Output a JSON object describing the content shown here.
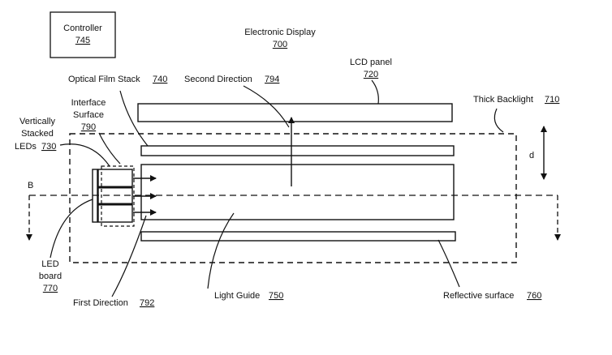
{
  "labels": {
    "controller": {
      "name": "Controller",
      "ref": "745"
    },
    "electronic_display": {
      "name": "Electronic Display",
      "ref": "700"
    },
    "lcd_panel": {
      "name": "LCD panel",
      "ref": "720"
    },
    "optical_film_stack": {
      "name": "Optical Film Stack",
      "ref": "740"
    },
    "second_direction": {
      "name": "Second Direction",
      "ref": "794"
    },
    "thick_backlight": {
      "name": "Thick Backlight",
      "ref": "710"
    },
    "interface_surface": {
      "line1": "Interface",
      "line2": "Surface",
      "ref": "790"
    },
    "vertically_stacked_leds": {
      "line1": "Vertically",
      "line2": "Stacked",
      "line3": "LEDs",
      "ref": "730"
    },
    "led_board": {
      "line1": "LED",
      "line2": "board",
      "ref": "770"
    },
    "first_direction": {
      "name": "First Direction",
      "ref": "792"
    },
    "light_guide": {
      "name": "Light Guide",
      "ref": "750"
    },
    "reflective_surface": {
      "name": "Reflective surface",
      "ref": "760"
    },
    "dimension_d": "d",
    "section_b": "B"
  },
  "colors": {
    "line": "#111111",
    "background": "#ffffff"
  }
}
